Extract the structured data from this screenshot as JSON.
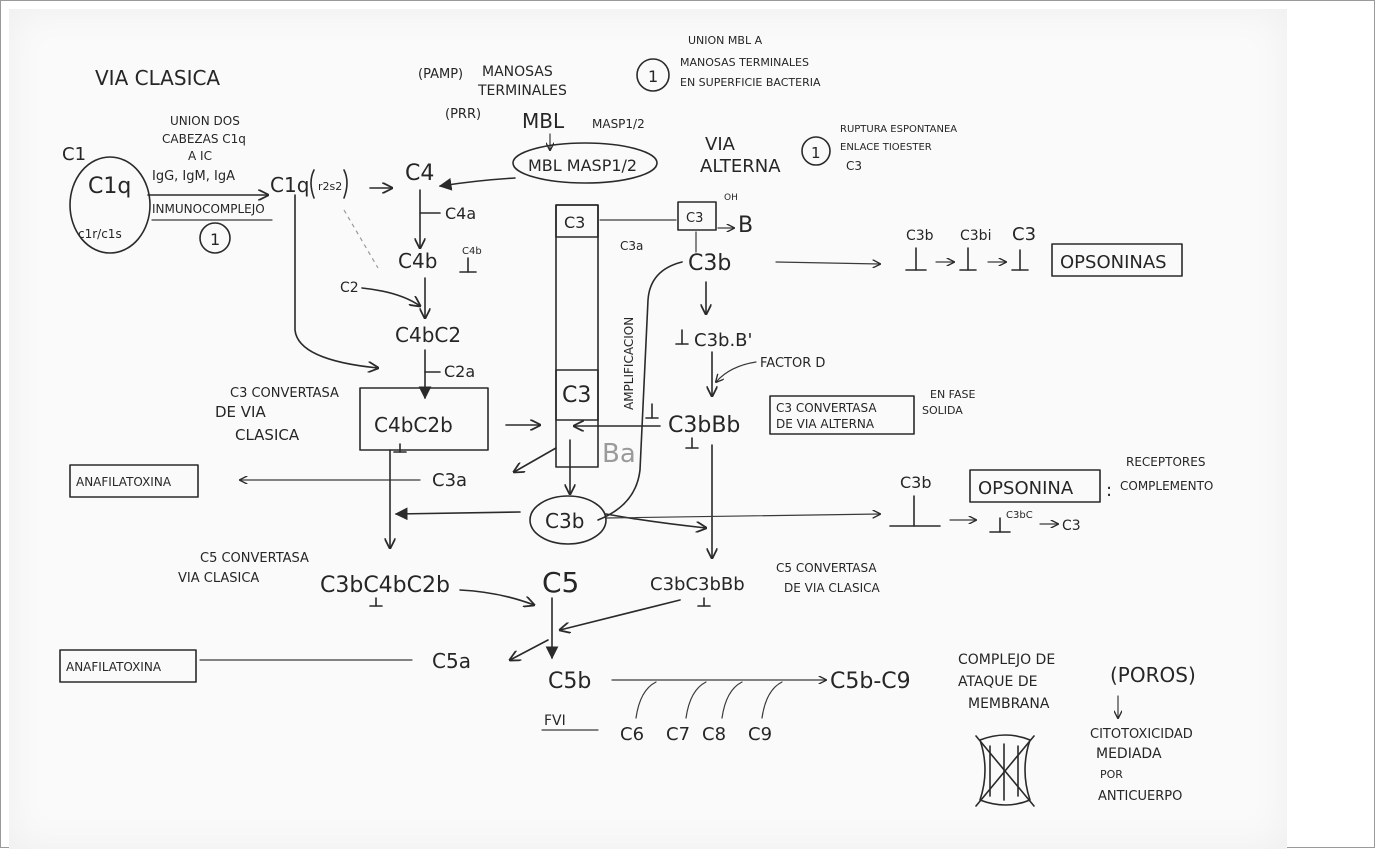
{
  "labels": {
    "via_clasica": "VIA CLASICA",
    "c1": "C1",
    "c1q": "C1q",
    "c1r_c1s": "c1r/c1s",
    "union_dos": "UNION DOS",
    "cabezas": "CABEZAS C1q",
    "a_ic": "A IC",
    "igs": "IgG, IgM, IgA",
    "inmunocomplejo": "INMUNOCOMPLEJO",
    "circle1": "1",
    "c1q_r2s2": "C1q",
    "r2s2": "r2s2",
    "c4": "C4",
    "c4a": "C4a",
    "c4b": "C4b",
    "c4b_small": "C4b",
    "c2": "C2",
    "c4bc2": "C4bC2",
    "c2a": "C2a",
    "c3conv_l1": "C3 CONVERTASA",
    "c3conv_l2": "DE VIA",
    "c3conv_l3": "CLASICA",
    "c4bc2b": "C4bC2b",
    "anafilatoxina1": "ANAFILATOXINA",
    "c3a_left": "C3a",
    "pamp": "(PAMP)",
    "prr": "(PRR)",
    "manosas": "MANOSAS",
    "terminales": "TERMINALES",
    "mbl": "MBL",
    "masp": "MASP1/2",
    "mbl_masp_box": "MBL MASP1/2",
    "union_mbl_l1": "UNION MBL A",
    "union_mbl_l2": "MANOSAS TERMINALES",
    "union_mbl_l3": "EN SUPERFICIE BACTERIA",
    "via_alterna_l1": "VIA",
    "via_alterna_l2": "ALTERNA",
    "ruptura_l1": "RUPTURA ESPONTANEA",
    "ruptura_l2": "ENLACE TIOESTER",
    "ruptura_l3": "C3",
    "c3_top": "C3",
    "c3_mid": "C3",
    "c3_box_small": "C3",
    "oh": "OH",
    "b": "B",
    "c3a_small": "C3a",
    "c3b_top": "C3b",
    "amplificacion": "AMPLIFICACION",
    "c3b_b": "C3b.B'",
    "factor_d": "FACTOR D",
    "c3bbb": "C3bBb",
    "c3conv_alt_l1": "C3 CONVERTASA",
    "c3conv_alt_l2": "DE VIA ALTERNA",
    "fase_l1": "EN FASE",
    "fase_l2": "SOLIDA",
    "ba": "Ba",
    "c3b_center": "C3b",
    "opsoninas": "OPSONINAS",
    "chain_c3b": "C3b",
    "chain_c3bi": "C3bi",
    "chain_c3": "C3",
    "c3b_right": "C3b",
    "opsonina": "OPSONINA",
    "receptores_l1": "RECEPTORES",
    "receptores_l2": "COMPLEMENTO",
    "c3bc": "C3bC",
    "c3_end": "C3",
    "c5conv_clas_l1": "C5 CONVERTASA",
    "c5conv_clas_l2": "VIA CLASICA",
    "c3bc4bc2b": "C3bC4bC2b",
    "c5": "C5",
    "c3bc3bbb": "C3bC3bBb",
    "c5conv_alt_l1": "C5 CONVERTASA",
    "c5conv_alt_l2": "DE VIA CLASICA",
    "anafilatoxina2": "ANAFILATOXINA",
    "c5a": "C5a",
    "c5b": "C5b",
    "c5b_c9": "C5b-C9",
    "mac_l1": "COMPLEJO DE",
    "mac_l2": "ATAQUE DE",
    "mac_l3": "MEMBRANA",
    "poros": "(POROS)",
    "citotox_l1": "CITOTOXICIDAD",
    "citotox_l2": "MEDIADA",
    "citotox_l3": "POR",
    "citotox_l4": "ANTICUERPO",
    "c6": "C6",
    "c7": "C7",
    "c8": "C8",
    "c9": "C9",
    "fvi": "FVI"
  },
  "colors": {
    "ink": "#2a2a2a",
    "paper": "#fafafa"
  }
}
